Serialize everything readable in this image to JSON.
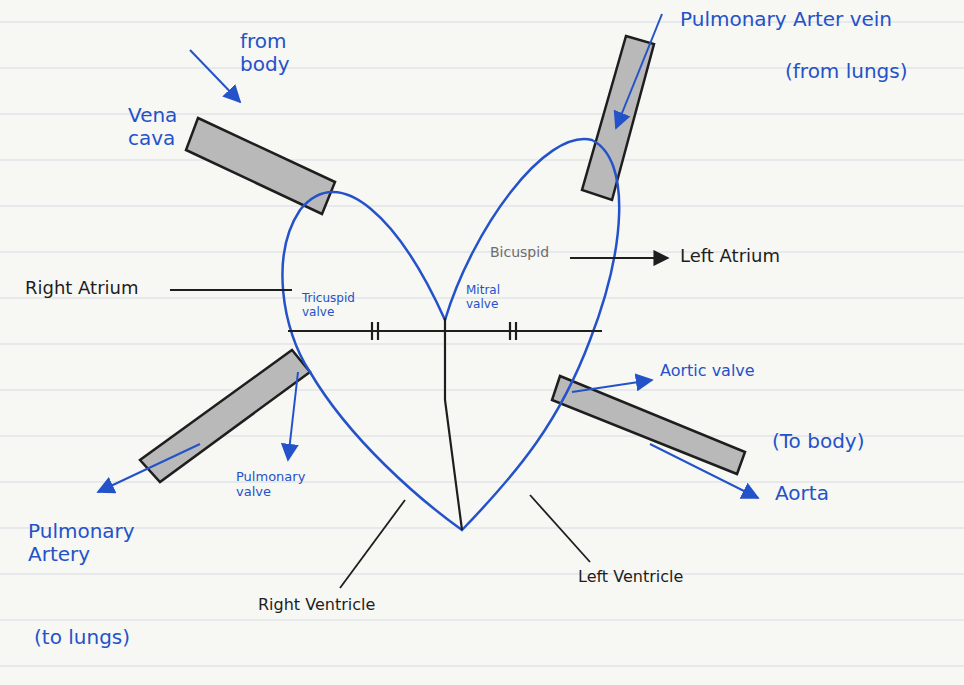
{
  "diagram": {
    "labels": [
      "from body",
      "Vena cava",
      "Pulmonary Arter vein",
      "(from lungs)",
      "Right Atrium",
      "Tricuspid valve",
      "Bicuspid",
      "Mitral valve",
      "Left Atrium",
      "Aortic valve",
      "Pulmonary valve",
      "(To body)",
      "Aorta",
      "Pulmonary Artery",
      "(to lungs)",
      "Right Ventricle",
      "Left Ventricle"
    ]
  }
}
